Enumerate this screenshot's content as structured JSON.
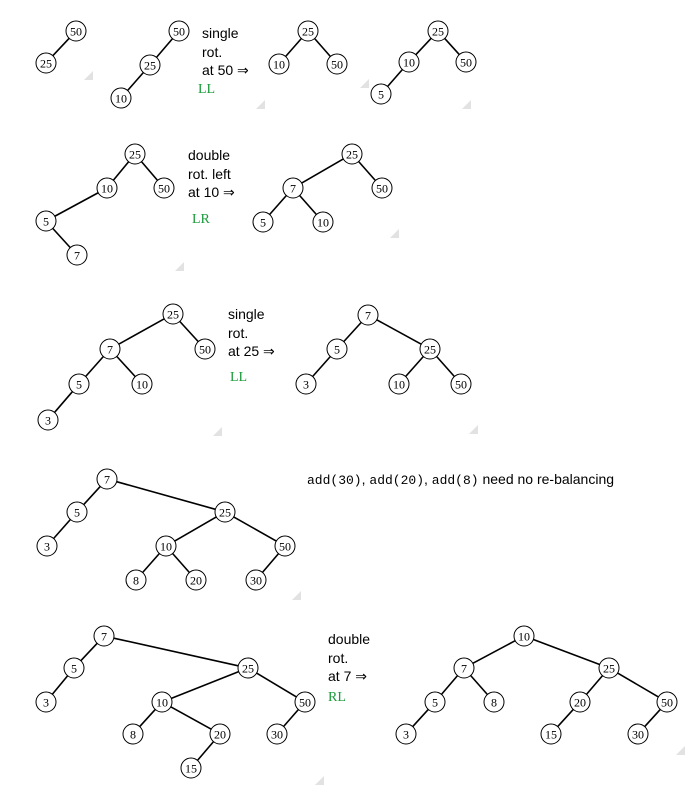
{
  "colors": {
    "rotation_tag": "#1a9a3a",
    "grip": "#e2e2e2"
  },
  "rows": [
    {
      "caption": "single\nrot.\nat 50 ⇒",
      "tag": "LL",
      "trees": [
        {
          "nodes": [
            {
              "id": "a",
              "label": "50"
            },
            {
              "id": "b",
              "label": "25"
            }
          ],
          "edges": [
            [
              "a",
              "b"
            ]
          ]
        },
        {
          "nodes": [
            {
              "id": "a",
              "label": "50"
            },
            {
              "id": "b",
              "label": "25"
            },
            {
              "id": "c",
              "label": "10"
            }
          ],
          "edges": [
            [
              "a",
              "b"
            ],
            [
              "b",
              "c"
            ]
          ]
        },
        {
          "nodes": [
            {
              "id": "a",
              "label": "25"
            },
            {
              "id": "b",
              "label": "10"
            },
            {
              "id": "c",
              "label": "50"
            }
          ],
          "edges": [
            [
              "a",
              "b"
            ],
            [
              "a",
              "c"
            ]
          ]
        },
        {
          "nodes": [
            {
              "id": "a",
              "label": "25"
            },
            {
              "id": "b",
              "label": "10"
            },
            {
              "id": "c",
              "label": "50"
            },
            {
              "id": "d",
              "label": "5"
            }
          ],
          "edges": [
            [
              "a",
              "b"
            ],
            [
              "a",
              "c"
            ],
            [
              "b",
              "d"
            ]
          ]
        }
      ]
    },
    {
      "caption": "double\nrot. left\nat 10 ⇒",
      "tag": "LR",
      "trees": [
        {
          "nodes": [
            {
              "id": "a",
              "label": "25"
            },
            {
              "id": "b",
              "label": "10"
            },
            {
              "id": "c",
              "label": "50"
            },
            {
              "id": "d",
              "label": "5"
            },
            {
              "id": "e",
              "label": "7"
            }
          ],
          "edges": [
            [
              "a",
              "b"
            ],
            [
              "a",
              "c"
            ],
            [
              "b",
              "d"
            ],
            [
              "d",
              "e"
            ]
          ]
        },
        {
          "nodes": [
            {
              "id": "a",
              "label": "25"
            },
            {
              "id": "b",
              "label": "7"
            },
            {
              "id": "c",
              "label": "50"
            },
            {
              "id": "d",
              "label": "5"
            },
            {
              "id": "e",
              "label": "10"
            }
          ],
          "edges": [
            [
              "a",
              "b"
            ],
            [
              "a",
              "c"
            ],
            [
              "b",
              "d"
            ],
            [
              "b",
              "e"
            ]
          ]
        }
      ]
    },
    {
      "caption": "single\nrot.\nat 25 ⇒",
      "tag": "LL",
      "trees": [
        {
          "nodes": [
            {
              "id": "a",
              "label": "25"
            },
            {
              "id": "b",
              "label": "7"
            },
            {
              "id": "c",
              "label": "50"
            },
            {
              "id": "d",
              "label": "5"
            },
            {
              "id": "e",
              "label": "10"
            },
            {
              "id": "f",
              "label": "3"
            }
          ],
          "edges": [
            [
              "a",
              "b"
            ],
            [
              "a",
              "c"
            ],
            [
              "b",
              "d"
            ],
            [
              "b",
              "e"
            ],
            [
              "d",
              "f"
            ]
          ]
        },
        {
          "nodes": [
            {
              "id": "a",
              "label": "7"
            },
            {
              "id": "b",
              "label": "5"
            },
            {
              "id": "c",
              "label": "25"
            },
            {
              "id": "d",
              "label": "3"
            },
            {
              "id": "e",
              "label": "10"
            },
            {
              "id": "f",
              "label": "50"
            }
          ],
          "edges": [
            [
              "a",
              "b"
            ],
            [
              "a",
              "c"
            ],
            [
              "b",
              "d"
            ],
            [
              "c",
              "e"
            ],
            [
              "c",
              "f"
            ]
          ]
        }
      ]
    },
    {
      "note": {
        "code": [
          "add(30)",
          "add(20)",
          "add(8)"
        ],
        "separator": ", ",
        "text": "need no re-balancing"
      },
      "trees": [
        {
          "nodes": [
            {
              "id": "a",
              "label": "7"
            },
            {
              "id": "b",
              "label": "5"
            },
            {
              "id": "c",
              "label": "3"
            },
            {
              "id": "d",
              "label": "25"
            },
            {
              "id": "e",
              "label": "10"
            },
            {
              "id": "f",
              "label": "50"
            },
            {
              "id": "g",
              "label": "8"
            },
            {
              "id": "h",
              "label": "20"
            },
            {
              "id": "i",
              "label": "30"
            }
          ],
          "edges": [
            [
              "a",
              "b"
            ],
            [
              "b",
              "c"
            ],
            [
              "a",
              "d"
            ],
            [
              "d",
              "e"
            ],
            [
              "d",
              "f"
            ],
            [
              "e",
              "g"
            ],
            [
              "e",
              "h"
            ],
            [
              "f",
              "i"
            ]
          ]
        }
      ]
    },
    {
      "caption": "double\nrot.\nat 7 ⇒",
      "tag": "RL",
      "trees": [
        {
          "nodes": [
            {
              "id": "a",
              "label": "7"
            },
            {
              "id": "b",
              "label": "5"
            },
            {
              "id": "c",
              "label": "3"
            },
            {
              "id": "d",
              "label": "25"
            },
            {
              "id": "e",
              "label": "10"
            },
            {
              "id": "f",
              "label": "50"
            },
            {
              "id": "g",
              "label": "8"
            },
            {
              "id": "h",
              "label": "20"
            },
            {
              "id": "i",
              "label": "15"
            },
            {
              "id": "j",
              "label": "30"
            }
          ],
          "edges": [
            [
              "a",
              "b"
            ],
            [
              "b",
              "c"
            ],
            [
              "a",
              "d"
            ],
            [
              "d",
              "e"
            ],
            [
              "d",
              "f"
            ],
            [
              "e",
              "g"
            ],
            [
              "e",
              "h"
            ],
            [
              "h",
              "i"
            ],
            [
              "f",
              "j"
            ]
          ]
        },
        {
          "nodes": [
            {
              "id": "a",
              "label": "10"
            },
            {
              "id": "b",
              "label": "7"
            },
            {
              "id": "c",
              "label": "25"
            },
            {
              "id": "d",
              "label": "5"
            },
            {
              "id": "e",
              "label": "8"
            },
            {
              "id": "f",
              "label": "20"
            },
            {
              "id": "g",
              "label": "50"
            },
            {
              "id": "h",
              "label": "3"
            },
            {
              "id": "i",
              "label": "15"
            },
            {
              "id": "j",
              "label": "30"
            }
          ],
          "edges": [
            [
              "a",
              "b"
            ],
            [
              "a",
              "c"
            ],
            [
              "b",
              "d"
            ],
            [
              "b",
              "e"
            ],
            [
              "c",
              "f"
            ],
            [
              "c",
              "g"
            ],
            [
              "d",
              "h"
            ],
            [
              "f",
              "i"
            ],
            [
              "g",
              "j"
            ]
          ]
        }
      ]
    }
  ]
}
